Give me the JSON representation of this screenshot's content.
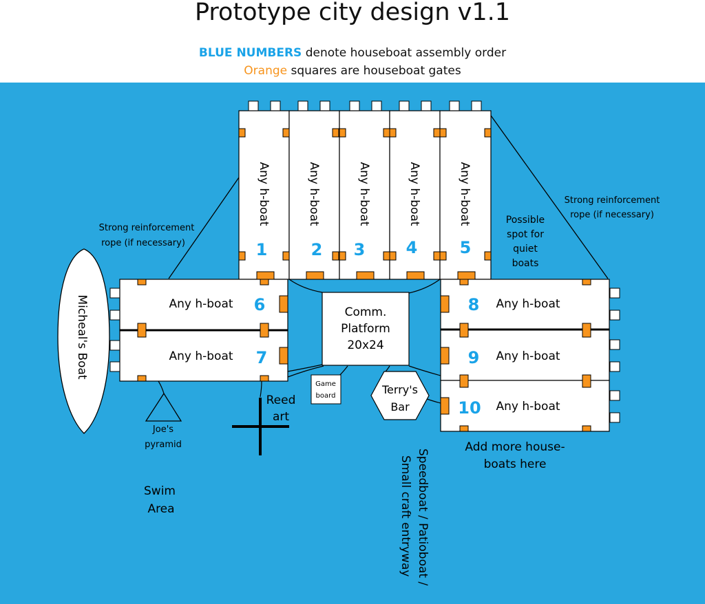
{
  "title": "Prototype city design v1.1",
  "legend": {
    "line1_highlight": "BLUE NUMBERS",
    "line1_rest": " denote houseboat assembly order",
    "line2_highlight": "Orange",
    "line2_rest": " squares are houseboat gates"
  },
  "boat_label": "Any h-boat",
  "numbers": [
    "1",
    "2",
    "3",
    "4",
    "5",
    "6",
    "7",
    "8",
    "9",
    "10"
  ],
  "comm_platform": [
    "Comm.",
    "Platform",
    "20x24"
  ],
  "micheal_boat": "Micheal's Boat",
  "rope_left": [
    "Strong reinforcement",
    "rope (if necessary)"
  ],
  "rope_right": [
    "Strong reinforcement",
    "rope (if necessary)"
  ],
  "quiet_spot": [
    "Possible",
    "spot for",
    "quiet",
    "boats"
  ],
  "game_board": [
    "Game",
    "board"
  ],
  "terrys_bar": [
    "Terry's",
    "Bar"
  ],
  "reed_art": [
    "Reed",
    "art"
  ],
  "joes_pyramid": [
    "Joe's",
    "pyramid"
  ],
  "swim_area": [
    "Swim",
    "Area"
  ],
  "add_more": [
    "Add more house-",
    "boats here"
  ],
  "entryway": [
    "Speedboat / Patioboat /",
    "Small craft entryway"
  ],
  "colors": {
    "water": "#29a7df",
    "gate": "#f7941d",
    "number": "#1aa3e8",
    "boat": "#ffffff"
  }
}
